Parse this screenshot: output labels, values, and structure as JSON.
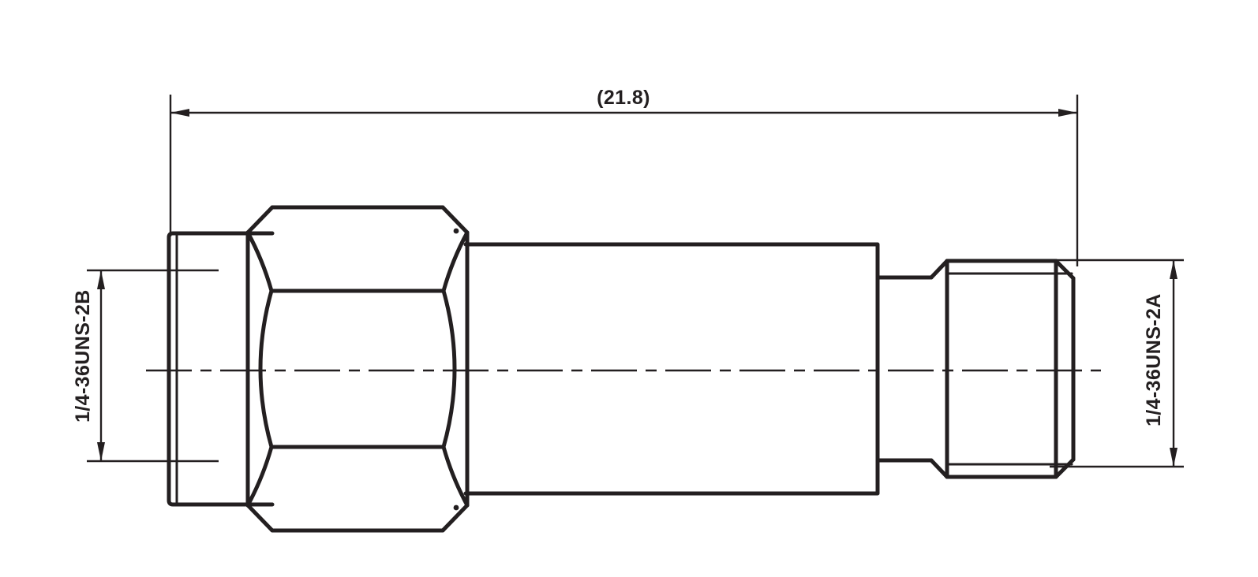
{
  "drawing": {
    "title": "SMA RF Coaxial Adapter Side Elevation",
    "background_color": "#ffffff",
    "line_color": "#231f20",
    "dimensions": {
      "overall_length": {
        "label": "(21.8)",
        "name": "overall-length-dimension",
        "orientation": "horizontal",
        "position": "top"
      },
      "left_thread": {
        "label": "1/4-36UNS-2B",
        "name": "left-thread-callout",
        "orientation": "vertical-rotated",
        "position": "left",
        "thread_class": "2B",
        "thread_type": "internal"
      },
      "right_thread": {
        "label": "1/4-36UNS-2A",
        "name": "right-thread-callout",
        "orientation": "vertical-rotated",
        "position": "right",
        "thread_class": "2A",
        "thread_type": "external"
      }
    },
    "features": [
      {
        "name": "coupling-nut-barrel",
        "side": "left"
      },
      {
        "name": "hex-nut-body",
        "side": "left-center"
      },
      {
        "name": "main-cylindrical-body",
        "side": "center"
      },
      {
        "name": "step-shoulder-neck",
        "side": "right-center"
      },
      {
        "name": "male-threaded-end",
        "side": "right"
      }
    ],
    "centerline": {
      "name": "axis-centerline",
      "style": "dash-dot"
    }
  }
}
